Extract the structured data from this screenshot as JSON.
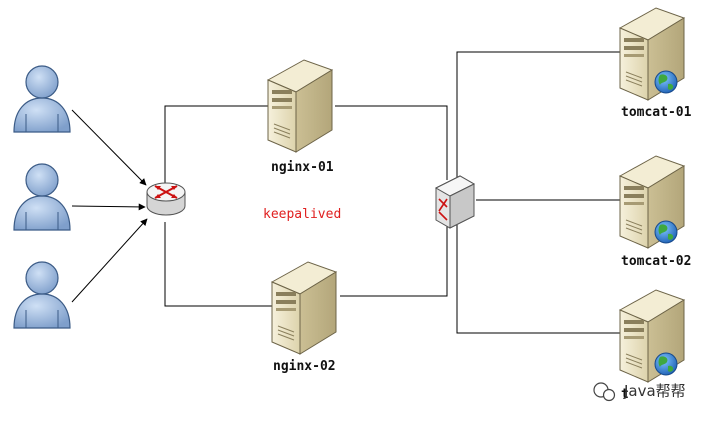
{
  "diagram": {
    "servers": [
      {
        "id": "nginx-01",
        "label": "nginx-01"
      },
      {
        "id": "nginx-02",
        "label": "nginx-02"
      },
      {
        "id": "tomcat-01",
        "label": "tomcat-01"
      },
      {
        "id": "tomcat-02",
        "label": "tomcat-02"
      },
      {
        "id": "tomcat-03",
        "label": "t"
      }
    ],
    "keepalived_label": "keepalived",
    "watermark": "Java帮帮",
    "users_count": 3,
    "colors": {
      "line": "#000000",
      "keepalived": "#e02020",
      "user_fill": "#a9c4e6",
      "user_stroke": "#3b5b86",
      "server_body": "#ece5c6",
      "server_dark": "#cfc39a",
      "router_mark": "#cc1111"
    }
  }
}
